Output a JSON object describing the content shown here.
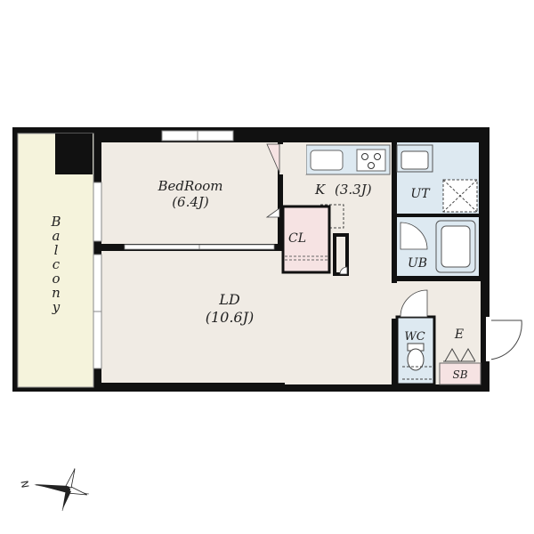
{
  "rooms": {
    "bedroom": {
      "name": "BedRoom",
      "size": "(6.4J)"
    },
    "kitchen": {
      "name": "K",
      "size": "(3.3J)"
    },
    "ld": {
      "name": "LD",
      "size": "(10.6J)"
    },
    "closet": "CL",
    "utility": "UT",
    "bath": "UB",
    "toilet": "WC",
    "entrance": "E",
    "shoebox": "SB",
    "balcony": [
      "B",
      "a",
      "l",
      "c",
      "o",
      "n",
      "y"
    ]
  },
  "compass": {
    "label": "N"
  },
  "colors": {
    "wall": "#111111",
    "room": "#f0ebe4",
    "balcony": "#f5f3dc",
    "wet_area": "#dde9f1",
    "closet": "#f6e3e3",
    "window": "#ffffff"
  }
}
